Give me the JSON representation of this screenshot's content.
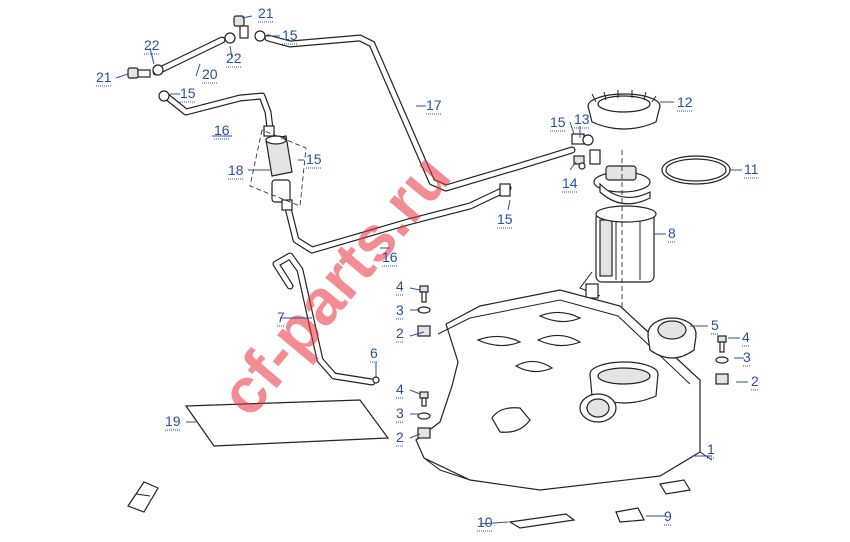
{
  "watermark": "cf-parts.ru",
  "callouts": [
    {
      "id": "c1",
      "text": "1"
    },
    {
      "id": "c2a",
      "text": "2"
    },
    {
      "id": "c2b",
      "text": "2"
    },
    {
      "id": "c2c",
      "text": "2"
    },
    {
      "id": "c3a",
      "text": "3"
    },
    {
      "id": "c3b",
      "text": "3"
    },
    {
      "id": "c3c",
      "text": "3"
    },
    {
      "id": "c4a",
      "text": "4"
    },
    {
      "id": "c4b",
      "text": "4"
    },
    {
      "id": "c4c",
      "text": "4"
    },
    {
      "id": "c5",
      "text": "5"
    },
    {
      "id": "c6",
      "text": "6"
    },
    {
      "id": "c7",
      "text": "7"
    },
    {
      "id": "c8",
      "text": "8"
    },
    {
      "id": "c9",
      "text": "9"
    },
    {
      "id": "c10",
      "text": "10"
    },
    {
      "id": "c11",
      "text": "11"
    },
    {
      "id": "c12",
      "text": "12"
    },
    {
      "id": "c13",
      "text": "13"
    },
    {
      "id": "c14",
      "text": "14"
    },
    {
      "id": "c15a",
      "text": "15"
    },
    {
      "id": "c15b",
      "text": "15"
    },
    {
      "id": "c15c",
      "text": "15"
    },
    {
      "id": "c15d",
      "text": "15"
    },
    {
      "id": "c15e",
      "text": "15"
    },
    {
      "id": "c16a",
      "text": "16"
    },
    {
      "id": "c16b",
      "text": "16"
    },
    {
      "id": "c17",
      "text": "17"
    },
    {
      "id": "c18",
      "text": "18"
    },
    {
      "id": "c19",
      "text": "19"
    },
    {
      "id": "c20",
      "text": "20"
    },
    {
      "id": "c21a",
      "text": "21"
    },
    {
      "id": "c21b",
      "text": "21"
    },
    {
      "id": "c22a",
      "text": "22"
    },
    {
      "id": "c22b",
      "text": "22"
    }
  ]
}
